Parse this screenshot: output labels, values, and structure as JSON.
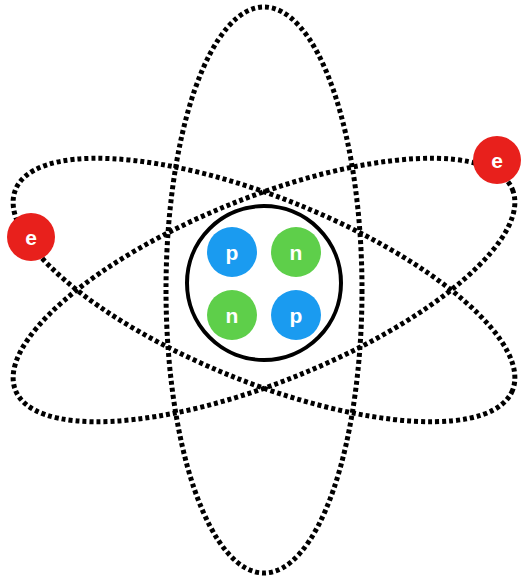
{
  "diagram": {
    "nodes": [
      {
        "text": [
          "e"
        ]
      },
      {
        "text": [
          "e"
        ]
      },
      {
        "text": [
          "p"
        ]
      },
      {
        "text": [
          "n"
        ]
      },
      {
        "text": [
          "n"
        ]
      },
      {
        "text": [
          "p"
        ]
      }
    ]
  }
}
